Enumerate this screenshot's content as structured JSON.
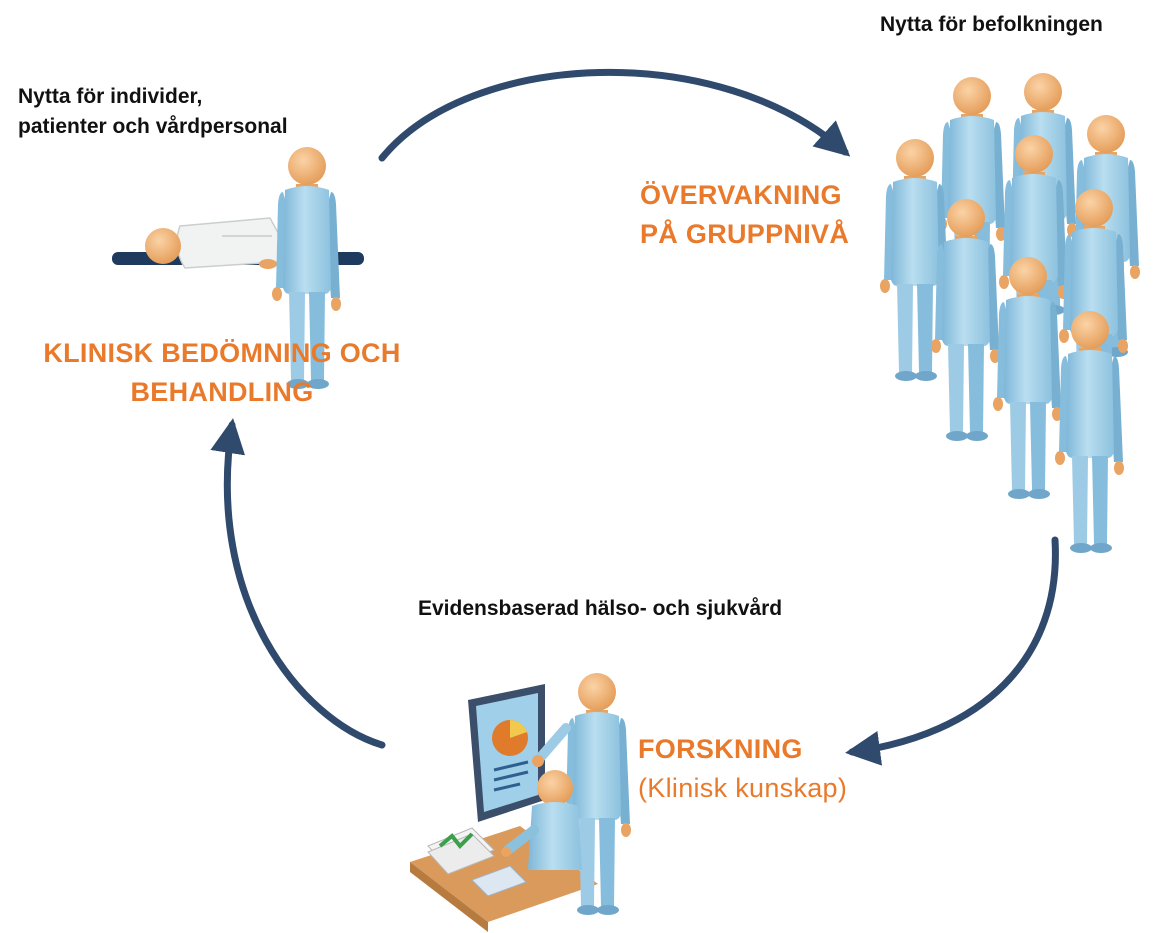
{
  "clinical": {
    "benefit_line1": "Nytta för individer,",
    "benefit_line2": "patienter och vårdpersonal",
    "title_line1": "KLINISK BEDÖMNING OCH",
    "title_line2": "BEHANDLING"
  },
  "population": {
    "benefit": "Nytta för befolkningen",
    "title_line1": "ÖVERVAKNING",
    "title_line2": "PÅ GRUPPNIVÅ"
  },
  "research": {
    "caption": "Evidensbaserad hälso- och sjukvård",
    "title": "FORSKNING",
    "subtitle": "(Klinisk kunskap)"
  },
  "colors": {
    "arrow": "#2f4a6d",
    "accent": "#e97a2c",
    "person_body": "#a9d3ea",
    "person_head": "#f2b478",
    "text": "#111111"
  },
  "icons": {
    "clinical": "doctor-with-patient-icon",
    "population": "crowd-icon",
    "research": "researchers-at-computer-icon"
  }
}
